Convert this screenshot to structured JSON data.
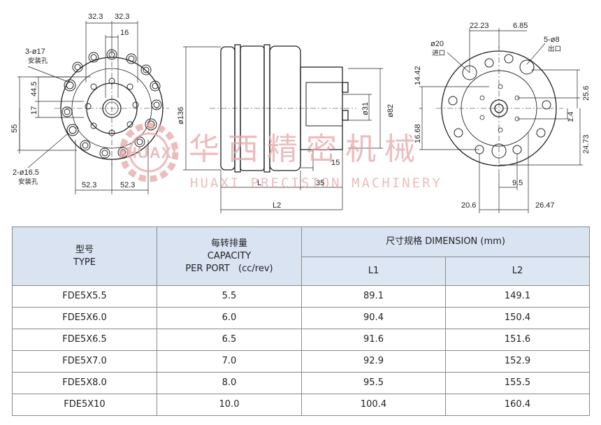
{
  "drawing": {
    "front_view": {
      "dims": [
        "32.3",
        "32.3",
        "16",
        "44.5",
        "17",
        "55",
        "52.3",
        "52.3"
      ],
      "callouts": [
        {
          "spec": "3-ø17",
          "note": "安装孔"
        },
        {
          "spec": "2-ø16.5",
          "note": "安装孔"
        }
      ]
    },
    "side_view": {
      "dims": [
        "ø136",
        "ø31",
        "ø82",
        "15",
        "35",
        "L",
        "L2"
      ]
    },
    "back_view": {
      "dims": [
        "22.23",
        "6.85",
        "14.42",
        "25.6",
        "16.68",
        "1.4",
        "24.73",
        "9.5",
        "20.6",
        "26.47"
      ],
      "callouts": [
        {
          "spec": "ø20",
          "note": "进口"
        },
        {
          "spec": "5-ø8",
          "note": "出口"
        }
      ]
    },
    "watermark": {
      "logo_text": "HUAXI",
      "name_cn": "华西精密机械",
      "name_en": "HUAXI PRECISION MACHINERY",
      "color": "#e8a6a6"
    }
  },
  "table": {
    "headers": {
      "type_cn": "型号",
      "type_en": "TYPE",
      "cap_cn": "每转排量",
      "cap_en1": "CAPACITY",
      "cap_en2": "PER PORT   (cc/rev)",
      "dim": "尺寸规格 DIMENSION  (mm)",
      "l1": "L1",
      "l2": "L2"
    },
    "rows": [
      {
        "type": "FDE5X5.5",
        "capacity": "5.5",
        "l1": "89.1",
        "l2": "149.1"
      },
      {
        "type": "FDE5X6.0",
        "capacity": "6.0",
        "l1": "90.4",
        "l2": "150.4"
      },
      {
        "type": "FDE5X6.5",
        "capacity": "6.5",
        "l1": "91.6",
        "l2": "151.6"
      },
      {
        "type": "FDE5X7.0",
        "capacity": "7.0",
        "l1": "92.9",
        "l2": "152.9"
      },
      {
        "type": "FDE5X8.0",
        "capacity": "8.0",
        "l1": "95.5",
        "l2": "155.5"
      },
      {
        "type": "FDE5X10",
        "capacity": "10.0",
        "l1": "100.4",
        "l2": "160.4"
      }
    ],
    "header_bg": "#d9e3f1",
    "border_color": "#8a8a8a"
  }
}
